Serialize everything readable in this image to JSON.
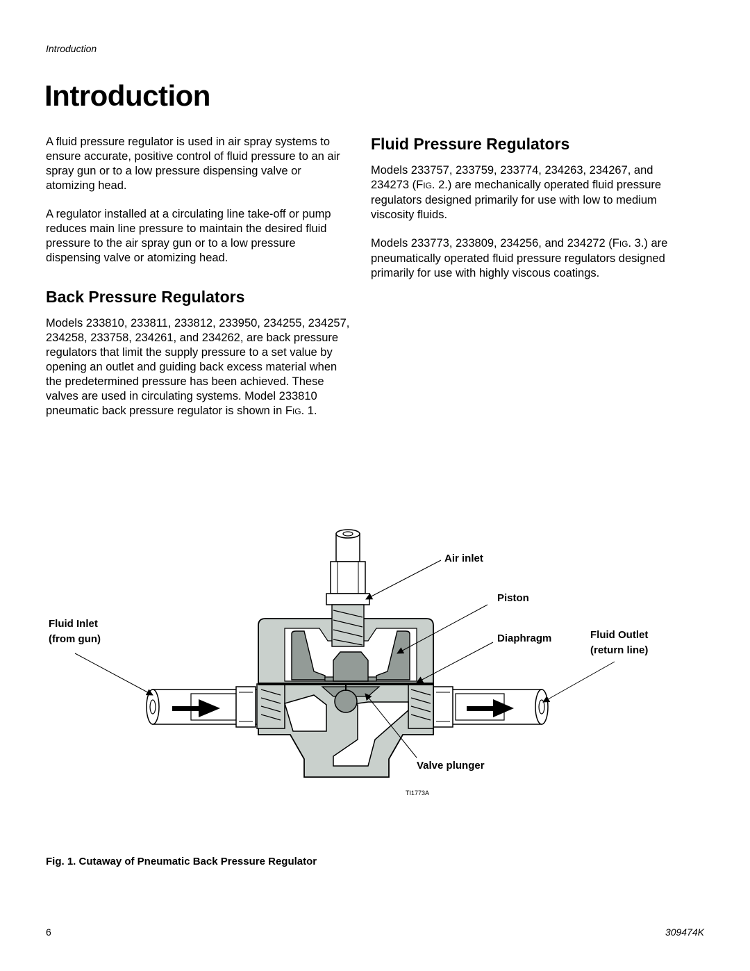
{
  "header": {
    "running_head": "Introduction",
    "page_title": "Introduction"
  },
  "left_column": {
    "intro_p1": "A fluid pressure regulator is used in air spray systems to ensure accurate, positive control of fluid pressure to an air spray gun or to a low pressure dispensing valve or atomizing head.",
    "intro_p2": "A regulator installed at a circulating line take-off or pump reduces main line pressure to maintain the desired fluid pressure to the air spray gun or to a low pressure dispensing valve or atomizing head.",
    "back_heading": "Back Pressure Regulators",
    "back_p_text": "Models 233810, 233811, 233812, 233950, 234255, 234257, 234258, 233758, 234261, and 234262, are back pressure regulators that limit the supply pressure to a set value by opening an outlet and guiding back excess material when the predetermined pressure has been achieved. These valves are used in circulating systems. Model 233810 pneumatic back pressure regulator is shown in ",
    "back_p_ref": "F",
    "back_p_ref_sc": "IG",
    "back_p_ref_num": ". 1."
  },
  "right_column": {
    "fluid_heading": "Fluid Pressure Regulators",
    "fluid_p1_a": "Models 233757, 233759, 233774, 234263, 234267, and 234273 (",
    "fluid_p1_ref": "F",
    "fluid_p1_ref_sc": "IG",
    "fluid_p1_b": ". 2.) are mechanically operated fluid pressure regulators designed primarily for use with low to medium viscosity fluids.",
    "fluid_p2_a": "Models 233773, 233809, 234256, and 234272 (",
    "fluid_p2_ref": "F",
    "fluid_p2_ref_sc": "IG",
    "fluid_p2_b": ". 3.) are pneumatically operated fluid pressure regulators designed primarily for use with highly viscous coatings."
  },
  "figure": {
    "labels": {
      "air_inlet": "Air inlet",
      "piston": "Piston",
      "fluid_inlet_1": "Fluid Inlet",
      "fluid_inlet_2": "(from gun)",
      "diaphragm": "Diaphragm",
      "fluid_outlet_1": "Fluid Outlet",
      "fluid_outlet_2": "(return line)",
      "valve_plunger": "Valve plunger"
    },
    "drawing_code": "TI1773A",
    "caption": "Fig. 1. Cutaway of Pneumatic Back Pressure Regulator",
    "colors": {
      "body": "#c9d0cc",
      "piston": "#939b97",
      "outline": "#000000"
    }
  },
  "footer": {
    "page_number": "6",
    "doc_number": "309474K"
  }
}
